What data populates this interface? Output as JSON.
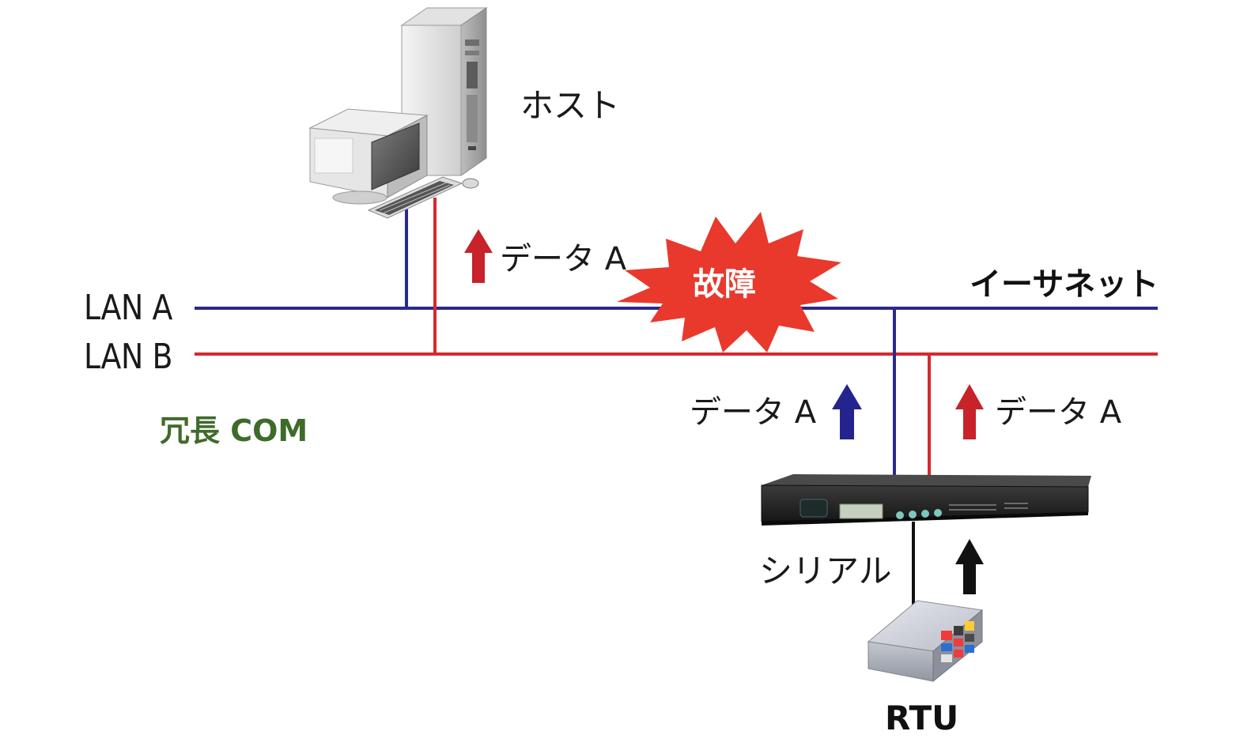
{
  "labels": {
    "host": "ホスト",
    "lan_a": "LAN A",
    "lan_b": "LAN B",
    "ethernet": "イーサネット",
    "redundant_com": "冗長 COM",
    "failure": "故障",
    "data_top": "データ A",
    "data_left": "データ A",
    "data_right": "データ A",
    "serial": "シリアル",
    "rtu": "RTU"
  },
  "colors": {
    "lan_a": "#2a2a8c",
    "lan_b": "#d42a2f",
    "serial": "#111111",
    "redundant_com": "#3e6b2a",
    "arrow_red": "#c8222a",
    "arrow_blue": "#25248f",
    "arrow_black": "#111111",
    "burst": "#e8392c"
  },
  "icons": {
    "host": "desktop-computer-icon",
    "gateway": "serial-device-server-icon",
    "rtu": "rtu-device-icon"
  }
}
